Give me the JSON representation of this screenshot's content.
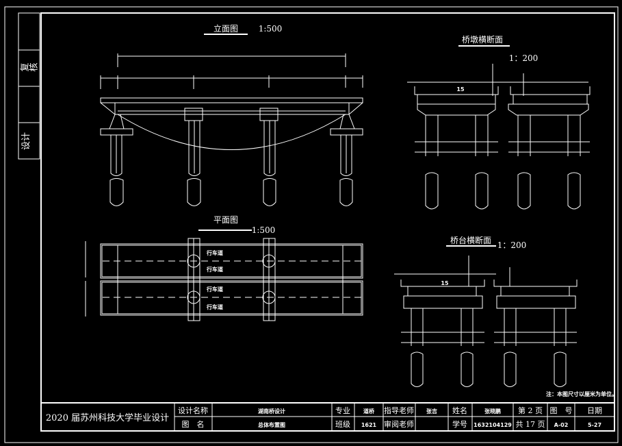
{
  "side_strip": {
    "review": "复核",
    "design": "设计"
  },
  "elevation": {
    "title": "立面图",
    "scale": "1:500"
  },
  "plan": {
    "title": "平面图",
    "scale": "1:500",
    "lane_label": "行车道"
  },
  "pier_section": {
    "title": "桥墩横断面",
    "scale": "1：200",
    "dim": "15"
  },
  "abutment_section": {
    "title": "桥台横断面",
    "scale": "1：200",
    "dim": "15"
  },
  "note": "注：本图尺寸以厘米为单位。",
  "title_block": {
    "school": "2020 届苏州科技大学毕业设计",
    "design_name_label": "设计名称",
    "design_name": "湖南桥设计",
    "drawing_name_label": "图　名",
    "drawing_name": "总体布置图",
    "major_label": "专业",
    "major": "道桥",
    "class_label": "班级",
    "class": "1621",
    "advisor_label": "指导老师",
    "advisor": "张吉",
    "reviewer_label": "审阅老师",
    "reviewer": "",
    "name_label": "姓名",
    "name": "张晓鹏",
    "id_label": "学号",
    "student_id": "1632104129",
    "page": "第 2 页",
    "total": "共 17 页",
    "drawing_no_label": "图　号",
    "drawing_no": "A-02",
    "date_label": "日期",
    "date": "5-27"
  }
}
